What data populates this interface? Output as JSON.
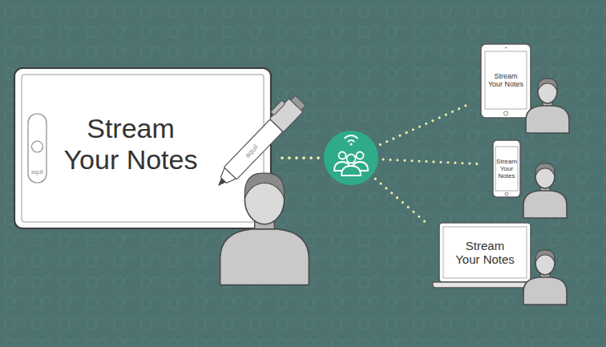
{
  "diagram": {
    "nodes": [
      {
        "text": [
          "Stream Your Notes"
        ]
      },
      {
        "text": [
          "Stream Your Notes"
        ]
      },
      {
        "text": [
          "Stream Your Notes"
        ]
      },
      {
        "text": [
          "Stream Your Notes"
        ]
      }
    ],
    "edges": [
      {
        "from": 0,
        "to": 1,
        "arrow": "none"
      },
      {
        "from": 0,
        "to": 2,
        "arrow": "none"
      },
      {
        "from": 0,
        "to": 3,
        "arrow": "none"
      }
    ],
    "labels": [
      "aquil",
      "aquil"
    ]
  }
}
